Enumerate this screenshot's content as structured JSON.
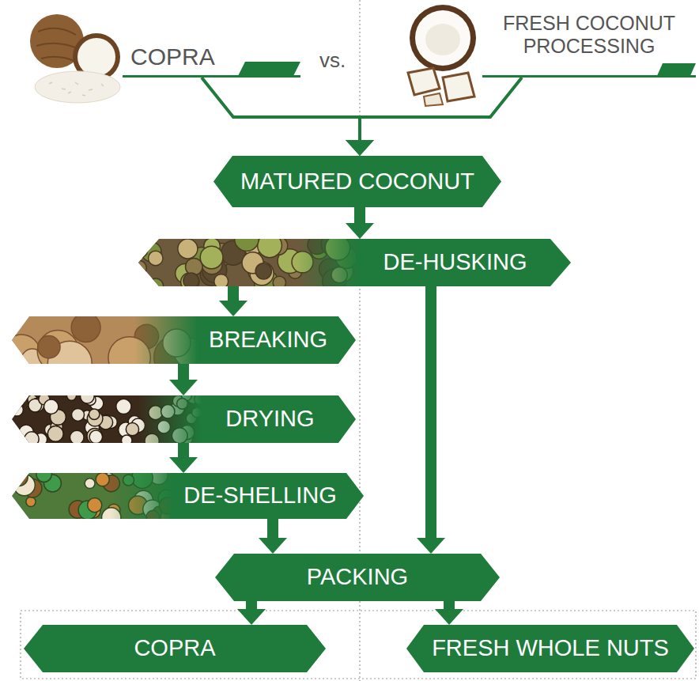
{
  "diagram": {
    "nodes": [
      {
        "text": [
          "COPRA"
        ]
      },
      {
        "text": [
          "FRESH COCONUT PROCESSING"
        ]
      },
      {
        "text": [
          "MATURED COCONUT"
        ]
      },
      {
        "text": [
          "DE-HUSKING"
        ]
      },
      {
        "text": [
          "BREAKING"
        ]
      },
      {
        "text": [
          "DRYING"
        ]
      },
      {
        "text": [
          "DE-SHELLING"
        ]
      },
      {
        "text": [
          "PACKING"
        ]
      },
      {
        "text": [
          "COPRA"
        ]
      },
      {
        "text": [
          "FRESH WHOLE NUTS"
        ]
      }
    ],
    "edges": [
      {
        "from": 0,
        "to": 2,
        "arrow": "to"
      },
      {
        "from": 1,
        "to": 2,
        "arrow": "to"
      },
      {
        "from": 2,
        "to": 3,
        "arrow": "to"
      },
      {
        "from": 3,
        "to": 4,
        "arrow": "to"
      },
      {
        "from": 4,
        "to": 5,
        "arrow": "to"
      },
      {
        "from": 5,
        "to": 6,
        "arrow": "to"
      },
      {
        "from": 6,
        "to": 7,
        "arrow": "to"
      },
      {
        "from": 3,
        "to": 7,
        "arrow": "to"
      },
      {
        "from": 7,
        "to": 8,
        "arrow": "to"
      },
      {
        "from": 7,
        "to": 9,
        "arrow": "to"
      }
    ],
    "labels": [
      "vs."
    ]
  }
}
